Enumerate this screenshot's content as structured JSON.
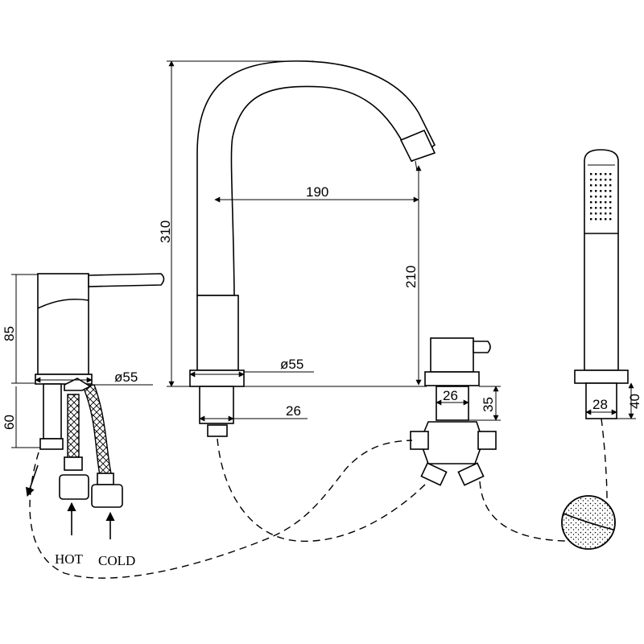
{
  "dimensions": {
    "mixer_height": "85",
    "mixer_base_diameter": "ø55",
    "mixer_tail": "60",
    "spout_height": "310",
    "spout_reach": "190",
    "spout_outlet_height": "210",
    "spout_base_diameter": "ø55",
    "spout_tail": "26",
    "diverter_body": "26",
    "diverter_height": "35",
    "handset_holder_diameter": "28",
    "handset_holder_height": "40"
  },
  "labels": {
    "hot": "HOT",
    "cold": "COLD"
  }
}
